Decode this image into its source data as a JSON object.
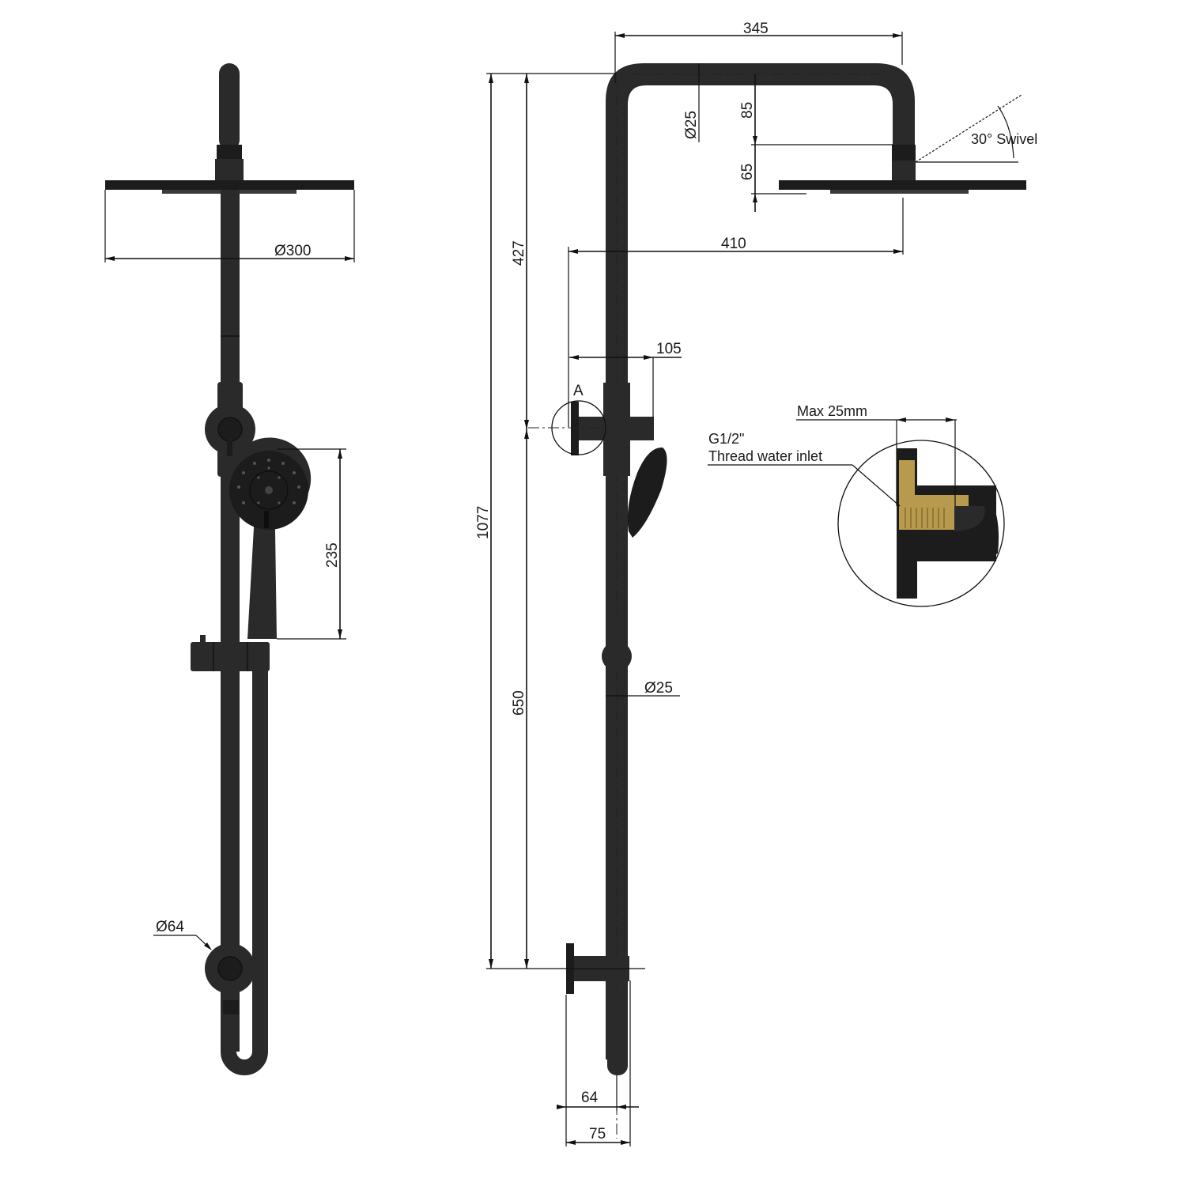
{
  "drawing": {
    "title": "Shower column technical dimension drawing",
    "colors": {
      "line": "#111111",
      "finish": "#2a2a2a",
      "brass": "#b89a4e",
      "background": "#ffffff"
    },
    "front_view": {
      "dimensions": {
        "rain_head_diameter": "Ø300",
        "hand_shower_length": "235",
        "wall_bracket_diameter": "Ø64"
      }
    },
    "side_view": {
      "dimensions": {
        "arm_reach": "345",
        "arm_tube_diameter": "Ø25",
        "arm_drop": "85",
        "head_offset": "65",
        "swivel": "30° Swivel",
        "head_projection": "410",
        "overall_height": "1077",
        "upper_section": "427",
        "inlet_centers": "650",
        "diverter_projection": "105",
        "rail_diameter": "Ø25",
        "wall_flange_depth": "64",
        "lower_projection": "75"
      },
      "detail_marker": "A"
    },
    "detail_a": {
      "max_label": "Max 25mm",
      "thread_line1": "G1/2\"",
      "thread_line2": "Thread water inlet"
    }
  }
}
